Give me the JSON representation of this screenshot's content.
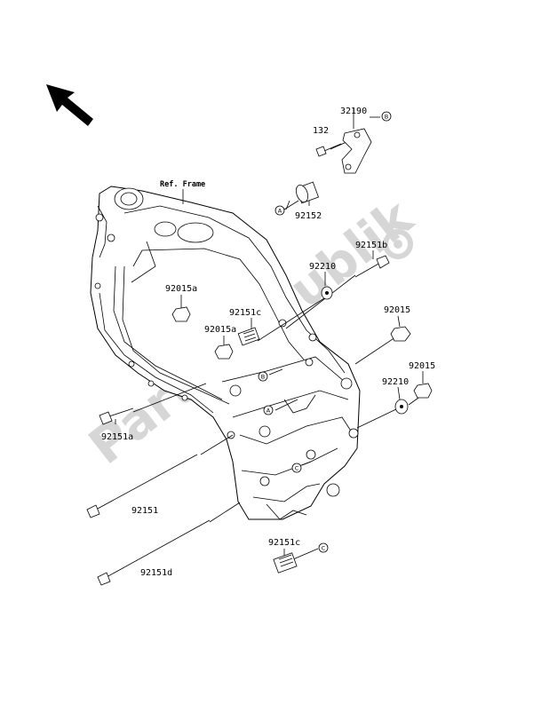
{
  "watermark": "PartsRepublik",
  "ref_label": "Ref. Frame",
  "parts": {
    "p32190": "32190",
    "p132": "132",
    "p92152": "92152",
    "p92151b": "92151b",
    "p92210_top": "92210",
    "p92015_right": "92015",
    "p92015a_left": "92015a",
    "p92151c_mid": "92151c",
    "p92015a_mid": "92015a",
    "p92015_lower": "92015",
    "p92210_lower": "92210",
    "p92151a": "92151a",
    "p92151": "92151",
    "p92151d": "92151d",
    "p92151c_bottom": "92151c"
  },
  "markers": {
    "b_top": "B",
    "a_top": "A",
    "b_mid": "B",
    "a_mid": "A",
    "c_mid": "C",
    "c_bottom": "C"
  }
}
